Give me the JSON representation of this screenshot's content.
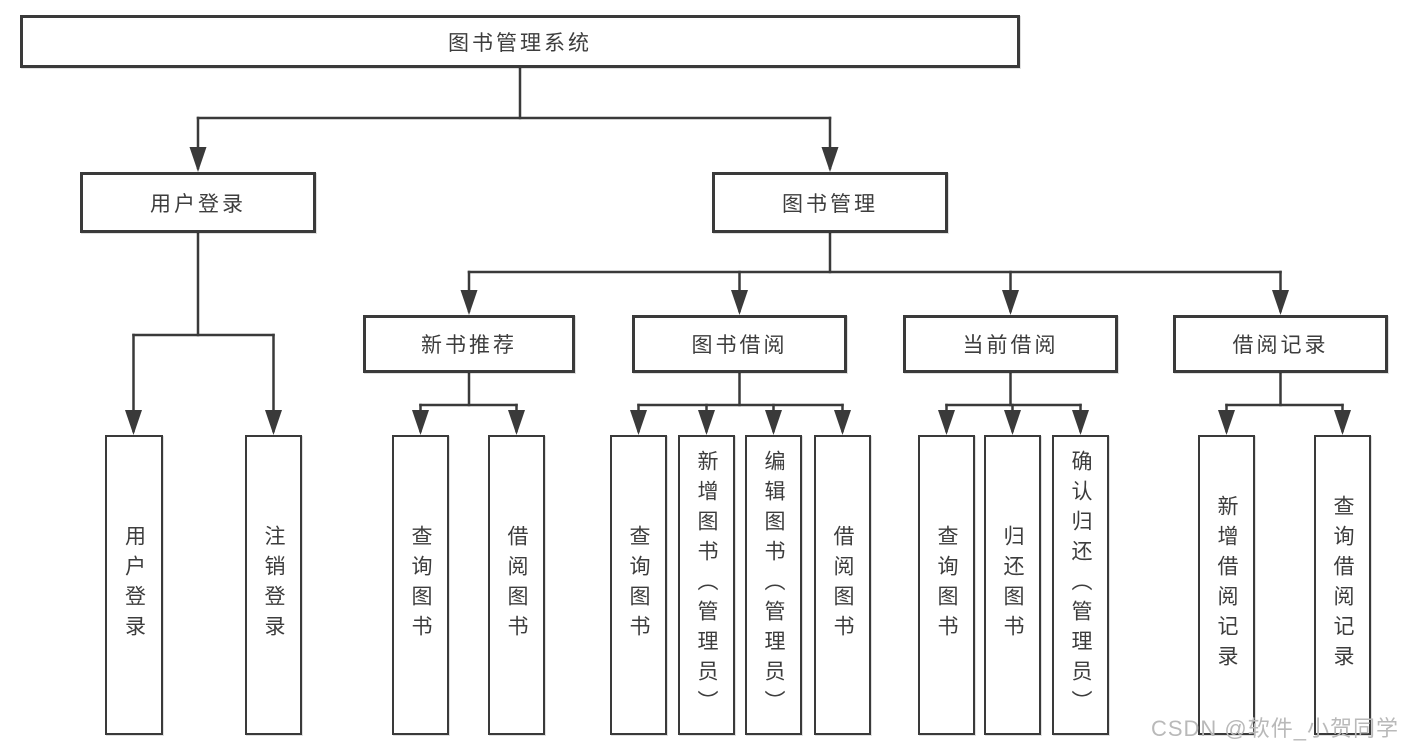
{
  "diagram": {
    "title": "图书管理系统",
    "root": {
      "label": "图书管理系统"
    },
    "level2": [
      {
        "label": "用户登录"
      },
      {
        "label": "图书管理"
      }
    ],
    "level3": [
      {
        "label": "新书推荐",
        "parent": "图书管理"
      },
      {
        "label": "图书借阅",
        "parent": "图书管理"
      },
      {
        "label": "当前借阅",
        "parent": "图书管理"
      },
      {
        "label": "借阅记录",
        "parent": "图书管理"
      }
    ],
    "leaves": [
      {
        "label": "用户登录",
        "parent": "用户登录"
      },
      {
        "label": "注销登录",
        "parent": "用户登录"
      },
      {
        "label": "查询图书",
        "parent": "新书推荐"
      },
      {
        "label": "借阅图书",
        "parent": "新书推荐"
      },
      {
        "label": "查询图书",
        "parent": "图书借阅"
      },
      {
        "label": "新增图书（管理员）",
        "parent": "图书借阅"
      },
      {
        "label": "编辑图书（管理员）",
        "parent": "图书借阅"
      },
      {
        "label": "借阅图书",
        "parent": "图书借阅"
      },
      {
        "label": "查询图书",
        "parent": "当前借阅"
      },
      {
        "label": "归还图书",
        "parent": "当前借阅"
      },
      {
        "label": "确认归还（管理员）",
        "parent": "当前借阅"
      },
      {
        "label": "新增借阅记录",
        "parent": "借阅记录"
      },
      {
        "label": "查询借阅记录",
        "parent": "借阅记录"
      }
    ]
  },
  "watermark": {
    "text": "CSDN @软件_小贺同学"
  },
  "colors": {
    "line": "#3a3a3a",
    "box_border": "#3a3a3a",
    "text": "#3d3d3d",
    "watermark_text": "#b9b9b9",
    "background": "#ffffff"
  }
}
